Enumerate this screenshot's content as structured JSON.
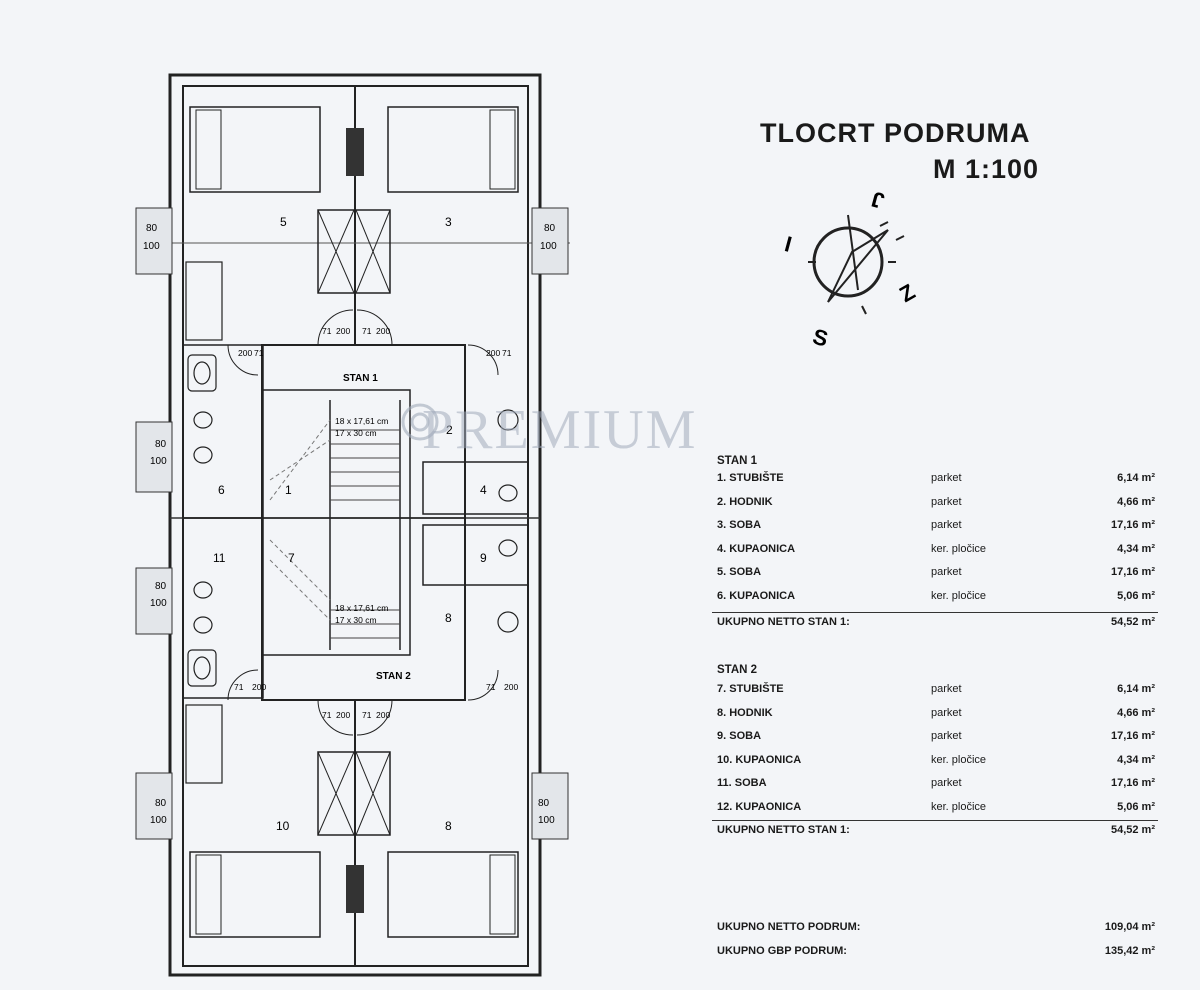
{
  "title": {
    "line1": "TLOCRT PODRUMA",
    "line2": "M 1:100"
  },
  "watermark": "PREMIUM",
  "compass": {
    "s": "S",
    "j": "J",
    "i": "I",
    "z": "Z"
  },
  "plan": {
    "rooms_top": [
      "5",
      "3"
    ],
    "rooms_bottom": [
      "10",
      "8"
    ],
    "stan1_label": "STAN 1",
    "stan2_label": "STAN 2",
    "mid_rooms": [
      "6",
      "1",
      "2",
      "4",
      "11",
      "7",
      "9",
      "8"
    ],
    "stairs1_line1": "18 x 17,61 cm",
    "stairs1_line2": "17 x 30 cm",
    "stairs2_line1": "18 x 17,61 cm",
    "stairs2_line2": "17 x 30 cm",
    "window_w": "80",
    "window_h": "100",
    "door_w": "71",
    "door_h": "200"
  },
  "stan1": {
    "heading": "STAN 1",
    "rows": [
      {
        "name": "1. STUBIŠTE",
        "material": "parket",
        "area": "6,14 m²"
      },
      {
        "name": "2. HODNIK",
        "material": "parket",
        "area": "4,66 m²"
      },
      {
        "name": "3. SOBA",
        "material": "parket",
        "area": "17,16 m²"
      },
      {
        "name": "4. KUPAONICA",
        "material": "ker. pločice",
        "area": "4,34 m²"
      },
      {
        "name": "5. SOBA",
        "material": "parket",
        "area": "17,16 m²"
      },
      {
        "name": "6. KUPAONICA",
        "material": "ker. pločice",
        "area": "5,06 m²"
      }
    ],
    "total_label": "UKUPNO NETTO STAN 1:",
    "total_value": "54,52 m²"
  },
  "stan2": {
    "heading": "STAN 2",
    "rows": [
      {
        "name": "7. STUBIŠTE",
        "material": "parket",
        "area": "6,14 m²"
      },
      {
        "name": "8. HODNIK",
        "material": "parket",
        "area": "4,66 m²"
      },
      {
        "name": "9. SOBA",
        "material": "parket",
        "area": "17,16 m²"
      },
      {
        "name": "10. KUPAONICA",
        "material": "ker. pločice",
        "area": "4,34 m²"
      },
      {
        "name": "11. SOBA",
        "material": "parket",
        "area": "17,16 m²"
      },
      {
        "name": "12. KUPAONICA",
        "material": "ker. pločice",
        "area": "5,06 m²"
      }
    ],
    "total_label": "UKUPNO NETTO STAN 1:",
    "total_value": "54,52 m²"
  },
  "summary": {
    "netto_label": "UKUPNO NETTO PODRUM:",
    "netto_value": "109,04 m²",
    "gbp_label": "UKUPNO GBP PODRUM:",
    "gbp_value": "135,42 m²"
  }
}
